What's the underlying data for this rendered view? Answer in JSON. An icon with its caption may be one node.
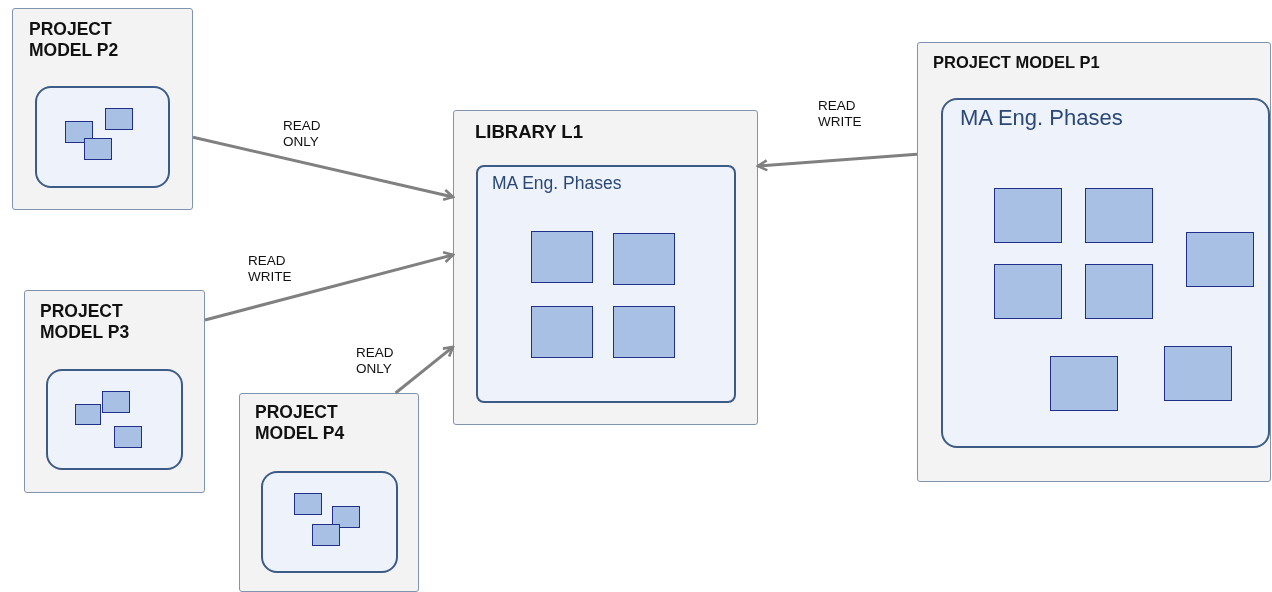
{
  "diagram": {
    "nodes": [
      {
        "text": [
          "PROJECT MODEL P2"
        ]
      },
      {
        "text": [],
        "shape": "box",
        "in": 0
      },
      {
        "text": [],
        "shape": "box",
        "in": 1
      },
      {
        "text": [],
        "shape": "box",
        "in": 1
      },
      {
        "text": [],
        "shape": "box",
        "in": 1
      },
      {
        "text": [
          "LIBRARY L1"
        ]
      },
      {
        "text": [
          "MA Eng. Phases"
        ],
        "in": 5
      },
      {
        "text": [],
        "shape": "box",
        "in": 6
      },
      {
        "text": [],
        "shape": "box",
        "in": 6
      },
      {
        "text": [],
        "shape": "box",
        "in": 6
      },
      {
        "text": [],
        "shape": "box",
        "in": 6
      },
      {
        "text": [
          "PROJECT MODEL P1"
        ]
      },
      {
        "text": [
          "MA Eng. Phases"
        ],
        "in": 11
      },
      {
        "text": [],
        "shape": "box",
        "in": 12
      },
      {
        "text": [],
        "shape": "box",
        "in": 12
      },
      {
        "text": [],
        "shape": "box",
        "in": 12
      },
      {
        "text": [],
        "shape": "box",
        "in": 12
      },
      {
        "text": [],
        "shape": "box",
        "in": 12
      },
      {
        "text": [],
        "shape": "box",
        "in": 12
      },
      {
        "text": [],
        "shape": "box",
        "in": 12
      },
      {
        "text": [
          "PROJECT MODEL P3"
        ]
      },
      {
        "text": [],
        "shape": "box",
        "in": 20
      },
      {
        "text": [],
        "shape": "box",
        "in": 21
      },
      {
        "text": [],
        "shape": "box",
        "in": 21
      },
      {
        "text": [],
        "shape": "box",
        "in": 21
      },
      {
        "text": [
          "PROJECT MODEL P4"
        ]
      },
      {
        "text": [],
        "shape": "box",
        "in": 25
      },
      {
        "text": [],
        "shape": "box",
        "in": 26
      },
      {
        "text": [],
        "shape": "box",
        "in": 26
      },
      {
        "text": [],
        "shape": "box",
        "in": 26
      }
    ],
    "edges": [
      {
        "from": 0,
        "to": 5,
        "arrow": "to",
        "label": "READ ONLY"
      },
      {
        "from": 20,
        "to": 5,
        "arrow": "to",
        "label": "READ WRITE"
      },
      {
        "from": 25,
        "to": 5,
        "arrow": "to",
        "label": "READ ONLY"
      },
      {
        "from": 11,
        "to": 5,
        "arrow": "to",
        "label": "READ WRITE"
      }
    ]
  }
}
